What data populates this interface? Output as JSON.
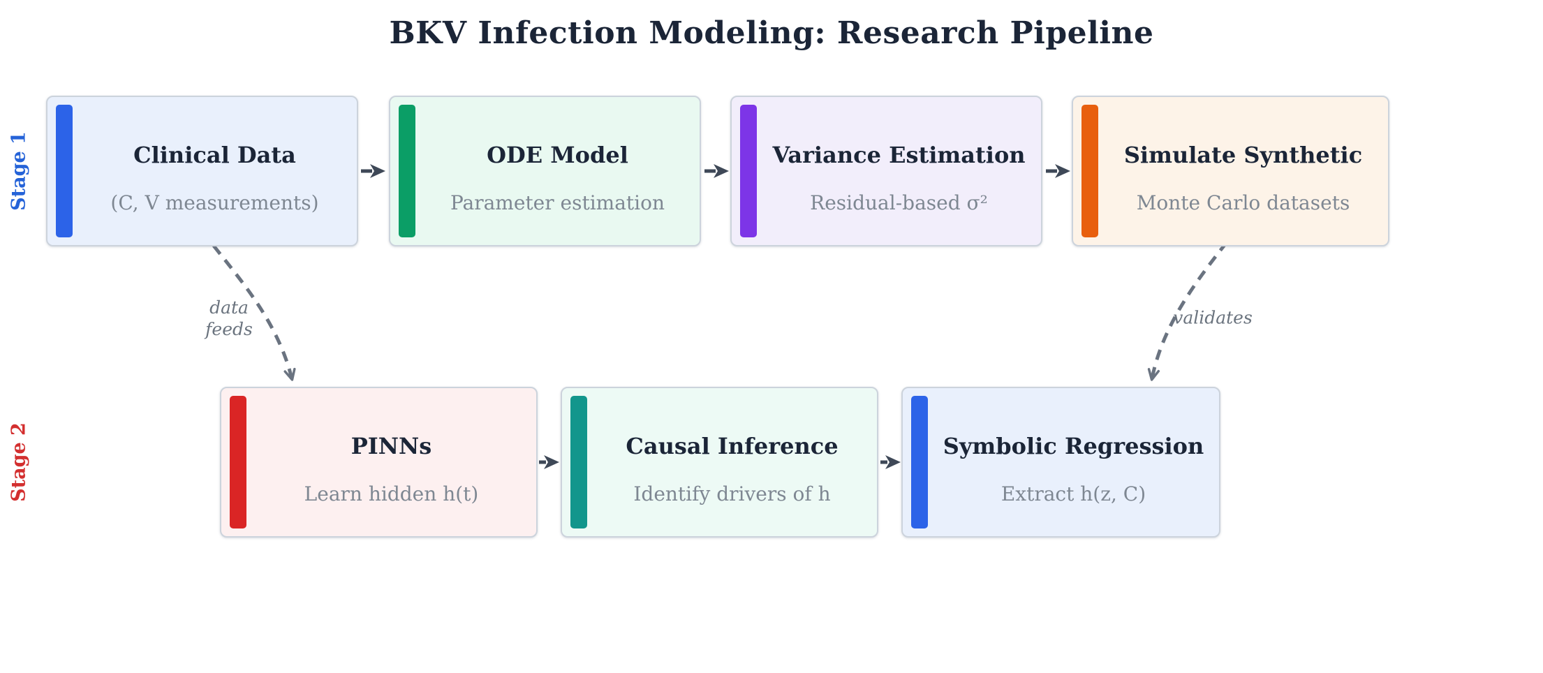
{
  "title": "BKV Infection Modeling: Research Pipeline",
  "stage_labels": [
    {
      "label": "Stage 1",
      "color": "#2563d8"
    },
    {
      "label": "Stage 2",
      "color": "#d32f2f"
    }
  ],
  "nodes": [
    {
      "title": "Clinical Data",
      "subtitle": "(C, V measurements)",
      "bg": "#e9f0fc",
      "bar": "#2c63e8"
    },
    {
      "title": "ODE Model",
      "subtitle": "Parameter estimation",
      "bg": "#e9f9f1",
      "bar": "#0b9e66"
    },
    {
      "title": "Variance Estimation",
      "subtitle": "Residual-based σ²",
      "bg": "#f2eefb",
      "bar": "#7d35e7"
    },
    {
      "title": "Simulate Synthetic",
      "subtitle": "Monte Carlo datasets",
      "bg": "#fdf3e8",
      "bar": "#e85f0e"
    },
    {
      "title": "PINNs",
      "subtitle": "Learn hidden h(t)",
      "bg": "#fdf0f0",
      "bar": "#da2525"
    },
    {
      "title": "Causal Inference",
      "subtitle": "Identify drivers of h",
      "bg": "#edfaf5",
      "bar": "#12968c"
    },
    {
      "title": "Symbolic Regression",
      "subtitle": "Extract h(z, C)",
      "bg": "#e9f0fc",
      "bar": "#2c63e8"
    }
  ],
  "edge_labels": {
    "data_feeds_line1": "data",
    "data_feeds_line2": "feeds",
    "validates": "validates"
  },
  "colors": {
    "background": "#ffffff",
    "title_text": "#1b2537",
    "node_title_text": "#1b2537",
    "node_subtitle_text": "#7e8792",
    "node_border": "#ccd3dc",
    "solid_arrow": "#3e4857",
    "dashed_arrow": "#6a7380",
    "edge_label_text": "#6a737e"
  }
}
